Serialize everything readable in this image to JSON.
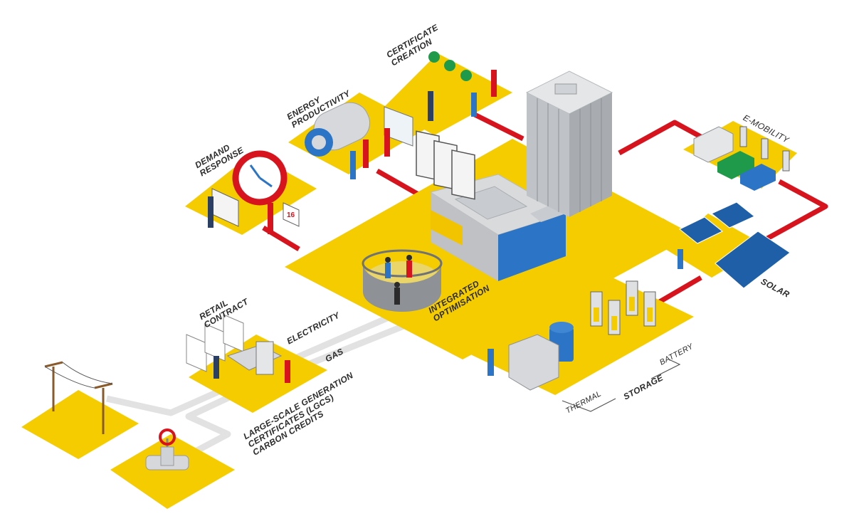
{
  "labels": {
    "certificate_creation": [
      "CERTIFICATE",
      "CREATION"
    ],
    "energy_productivity": [
      "ENERGY",
      "PRODUCTIVITY"
    ],
    "demand_response": [
      "DEMAND",
      "RESPONSE"
    ],
    "e_mobility": "E-MOBILITY",
    "solar": "SOLAR",
    "integrated_optimisation": [
      "INTEGRATED",
      "OPTIMISATION"
    ],
    "retail_contract": [
      "RETAIL",
      "CONTRACT"
    ],
    "electricity": "ELECTRICITY",
    "gas": "GAS",
    "certificates": [
      "LARGE-SCALE GENERATION",
      "CERTIFICATES (LGCs)",
      "CARBON CREDITS"
    ],
    "thermal": "THERMAL",
    "storage": "STORAGE",
    "battery": "BATTERY",
    "calendar_day": "16"
  },
  "colors": {
    "platform": "#f5cc00",
    "link": "#d7141e",
    "pipe": "#e2e2e2",
    "ink": "#2b2b2b",
    "solar_blue": "#1e5fa8",
    "building": "#cfd2d6"
  }
}
